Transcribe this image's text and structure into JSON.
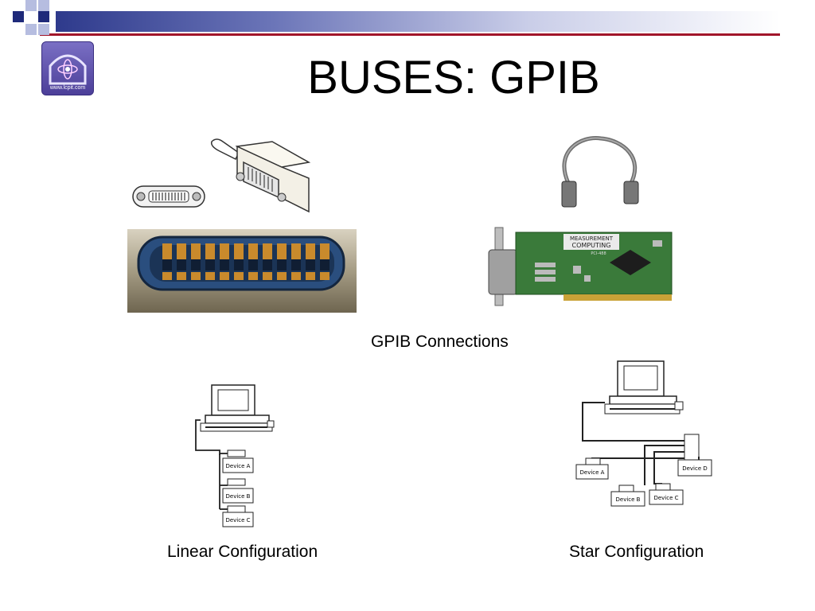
{
  "slide": {
    "title": "BUSES: GPIB",
    "logo_caption": "www.lcpit.com",
    "captions": {
      "connections": "GPIB Connections",
      "linear": "Linear Configuration",
      "star": "Star Configuration"
    },
    "card_labels": {
      "brand_top": "MEASUREMENT",
      "brand_bottom": "COMPUTING",
      "model": "PCI-488"
    },
    "linear_devices": [
      "Device A",
      "Device B",
      "Device C"
    ],
    "star_devices": [
      "Device A",
      "Device B",
      "Device C",
      "Device D"
    ]
  },
  "colors": {
    "header_blue": "#2e3a8c",
    "header_line": "#a1152a",
    "square_blue": "#1f2a7a",
    "square_light": "#b6bde0"
  }
}
